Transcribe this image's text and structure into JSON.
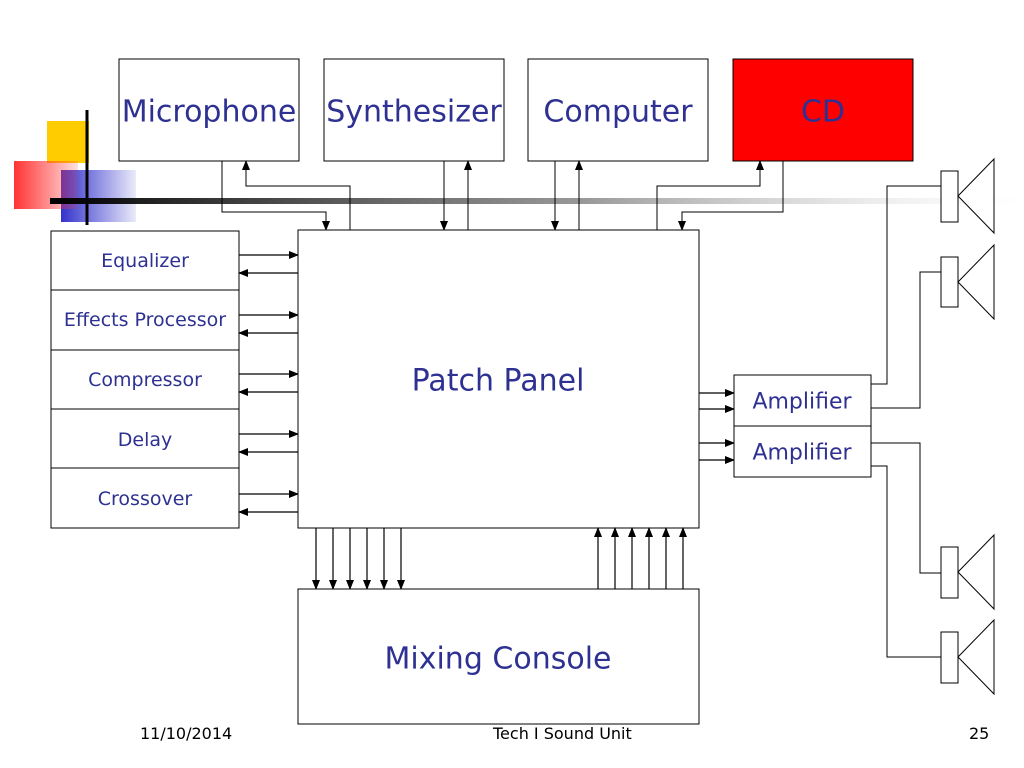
{
  "sources": [
    {
      "id": "microphone",
      "label": "Microphone",
      "fill": "#ffffff",
      "text_color": "#2e3192"
    },
    {
      "id": "synthesizer",
      "label": "Synthesizer",
      "fill": "#ffffff",
      "text_color": "#2e3192"
    },
    {
      "id": "computer",
      "label": "Computer",
      "fill": "#ffffff",
      "text_color": "#2e3192"
    },
    {
      "id": "cd",
      "label": "CD",
      "fill": "#ff0000",
      "text_color": "#ffff00"
    }
  ],
  "processors": [
    {
      "id": "equalizer",
      "label": "Equalizer"
    },
    {
      "id": "effects-processor",
      "label": "Effects Processor"
    },
    {
      "id": "compressor",
      "label": "Compressor"
    },
    {
      "id": "delay",
      "label": "Delay"
    },
    {
      "id": "crossover",
      "label": "Crossover"
    }
  ],
  "patch_panel": {
    "label": "Patch Panel"
  },
  "mixing_console": {
    "label": "Mixing Console"
  },
  "amplifiers": [
    {
      "id": "amplifier-1",
      "label": "Amplifier"
    },
    {
      "id": "amplifier-2",
      "label": "Amplifier"
    }
  ],
  "speakers": [
    {
      "id": "speaker-1",
      "icon": "speaker-icon"
    },
    {
      "id": "speaker-2",
      "icon": "speaker-icon"
    },
    {
      "id": "speaker-3",
      "icon": "speaker-icon"
    },
    {
      "id": "speaker-4",
      "icon": "speaker-icon"
    }
  ],
  "footer": {
    "date": "11/10/2014",
    "title": "Tech I Sound Unit",
    "page_number": "25"
  },
  "colors": {
    "label_text": "#2e3192",
    "line": "#000000",
    "cd_fill": "#ff0000",
    "cd_text": "#ffff00",
    "accent_yellow": "#ffcc00",
    "accent_red": "#ff3333",
    "accent_blue": "#3333cc"
  }
}
